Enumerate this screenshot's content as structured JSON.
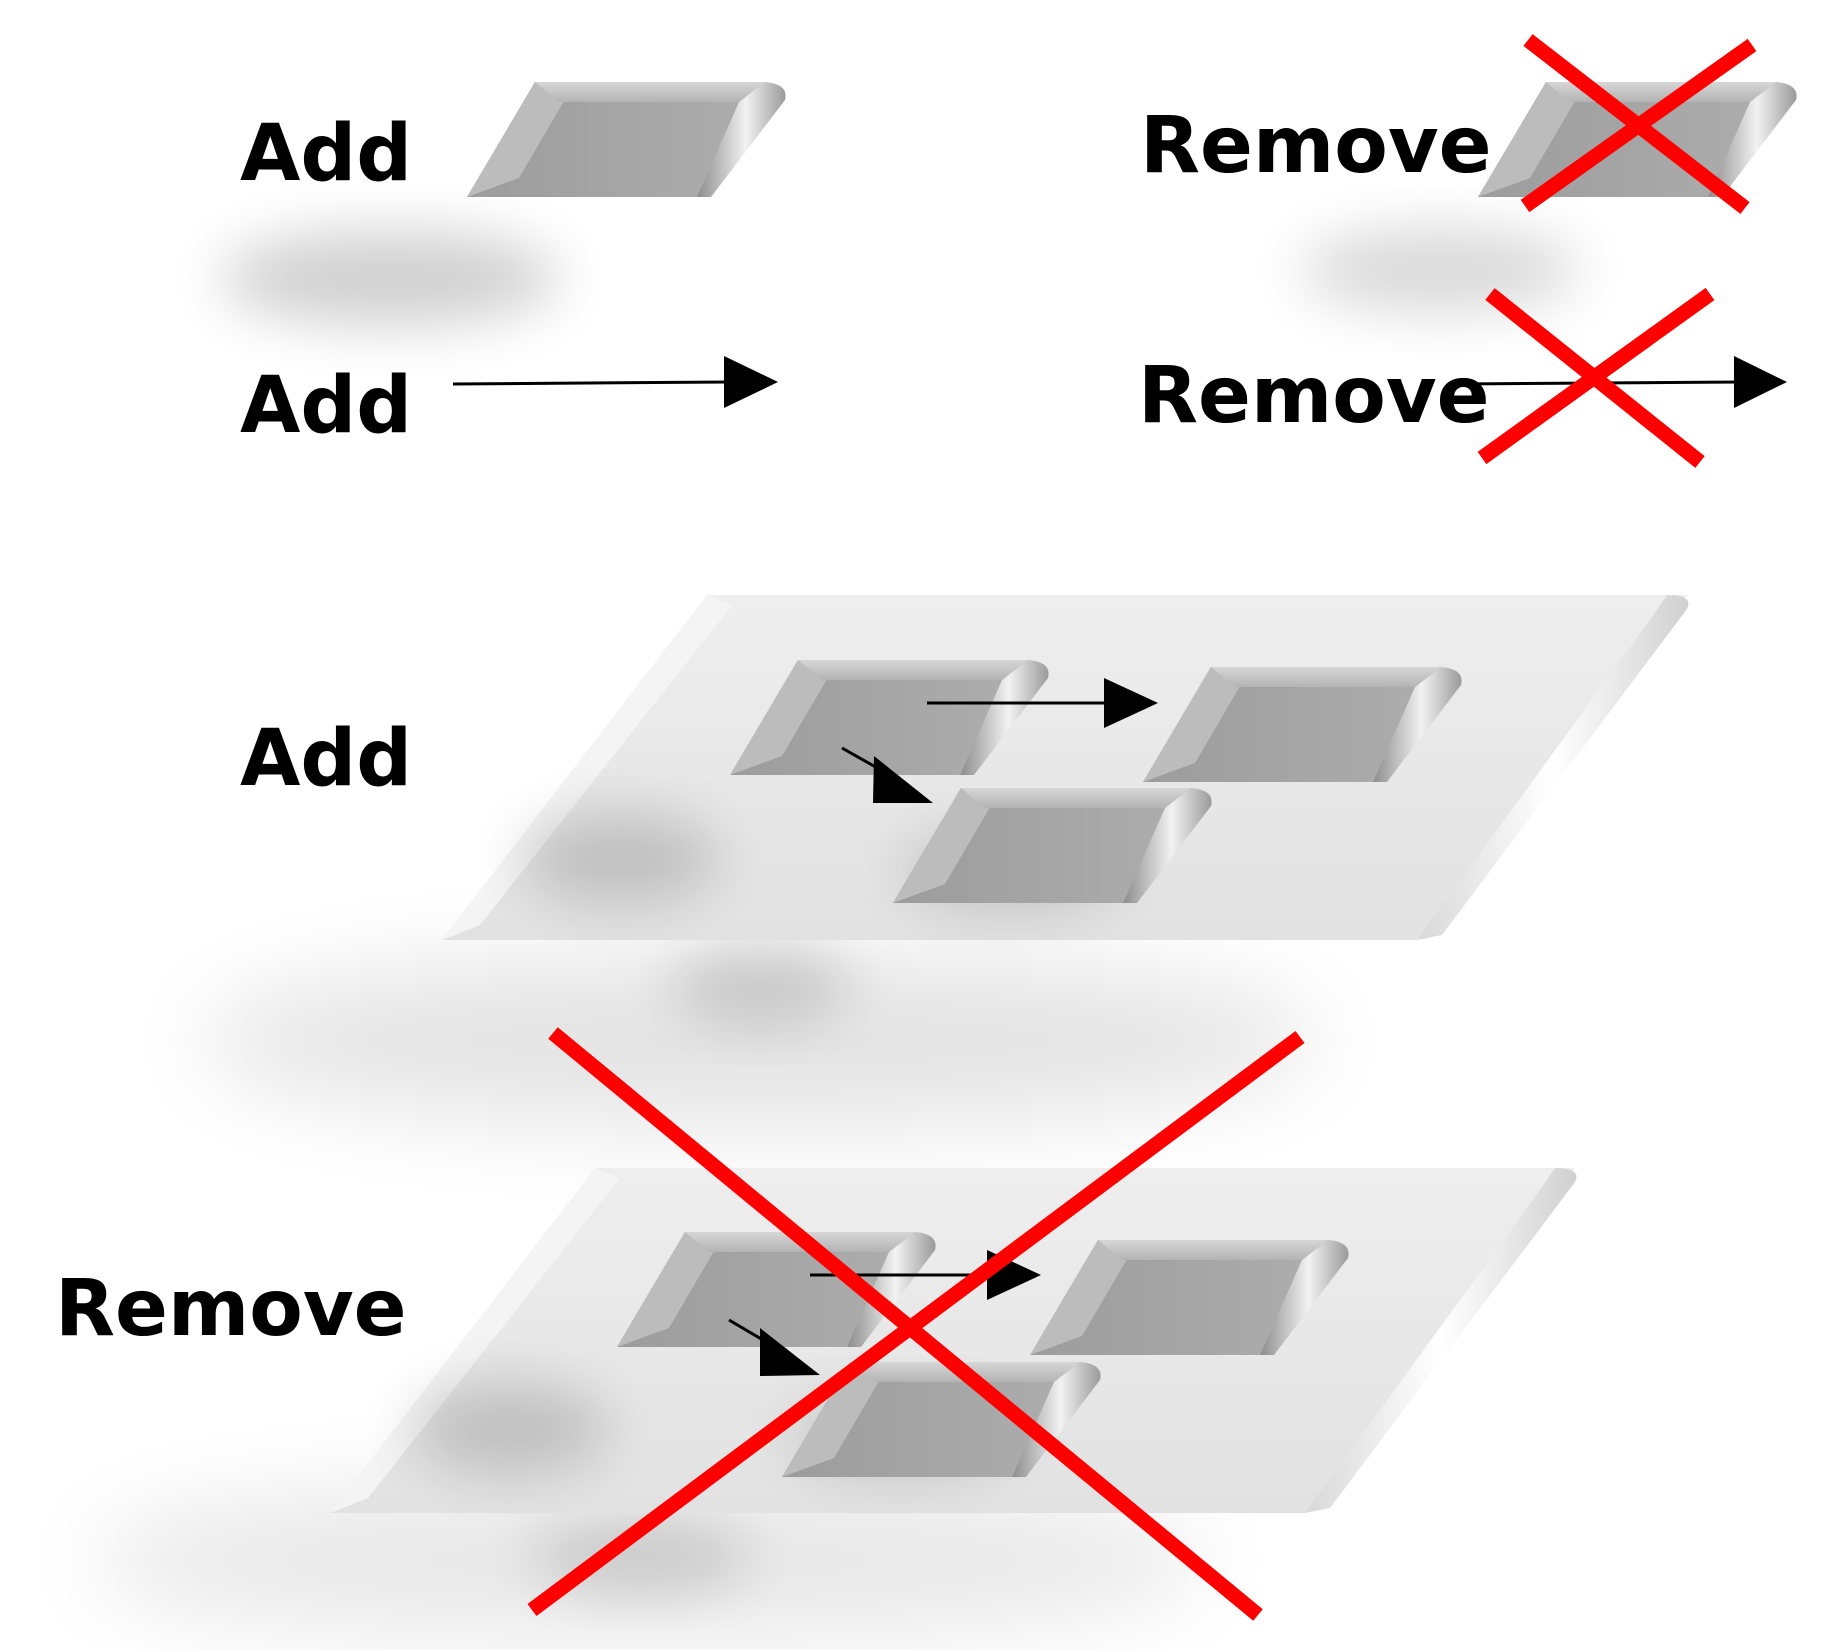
{
  "labels": {
    "add_node": "Add",
    "remove_node": "Remove",
    "add_edge": "Add",
    "remove_edge": "Remove",
    "add_layer": "Add",
    "remove_layer": "Remove"
  },
  "colors": {
    "cross": "#ff0000",
    "node": "#a6a6a6",
    "layer": "#e6e6e6",
    "arrow": "#000000",
    "text": "#000000"
  },
  "icons": {
    "node": "bevelled-parallelogram-node",
    "cross": "red-x-mark",
    "edge": "black-arrow"
  }
}
